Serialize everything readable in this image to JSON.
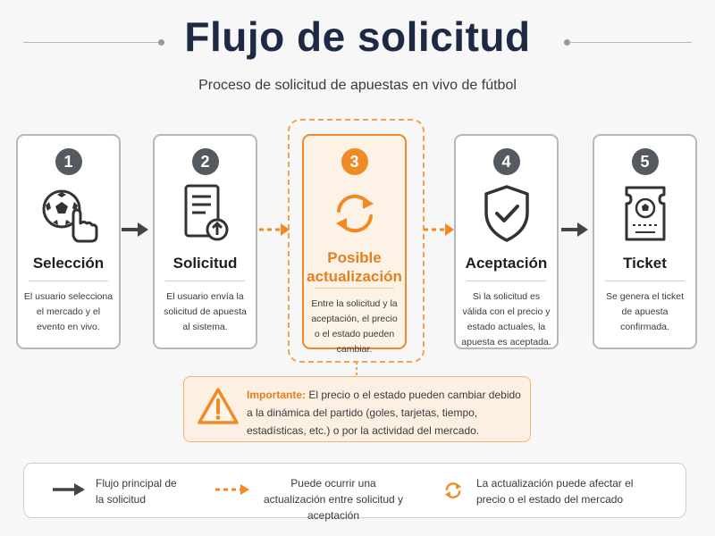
{
  "title": "Flujo de solicitud",
  "subtitle": "Proceso de solicitud de apuestas en vivo de fútbol",
  "steps": [
    {
      "number": "1",
      "name": "Selección",
      "description": "El usuario selecciona el mercado y el evento en vivo.",
      "icon": "soccer-ball-tap-icon"
    },
    {
      "number": "2",
      "name": "Solicitud",
      "description": "El usuario envía la solicitud de apuesta al sistema.",
      "icon": "document-upload-icon"
    },
    {
      "number": "3",
      "name": "Posible actualización",
      "description": "Entre la solicitud y la aceptación, el precio o el estado pueden cambiar.",
      "icon": "refresh-icon"
    },
    {
      "number": "4",
      "name": "Aceptación",
      "description": "Si la solicitud es válida con el precio y estado actuales, la apuesta es aceptada.",
      "icon": "shield-check-icon"
    },
    {
      "number": "5",
      "name": "Ticket",
      "description": "Se genera el ticket de apuesta confirmada.",
      "icon": "ticket-icon"
    }
  ],
  "note": {
    "lead": "Importante:",
    "text": " El precio o el estado pueden cambiar debido a la dinámica del partido (goles, tarjetas, tiempo, estadísticas, etc.) o por la actividad del mercado."
  },
  "legend": [
    {
      "text": "Flujo principal de la solicitud",
      "icon": "solid-arrow-icon"
    },
    {
      "text": "Puede ocurrir una actualización entre solicitud y aceptación",
      "icon": "dashed-arrow-icon"
    },
    {
      "text": "La actualización puede afectar el precio o el estado del mercado",
      "icon": "refresh-icon"
    }
  ],
  "colors": {
    "accent": "#ef8a25",
    "dark": "#1e2a44",
    "neutral": "#555a60"
  }
}
